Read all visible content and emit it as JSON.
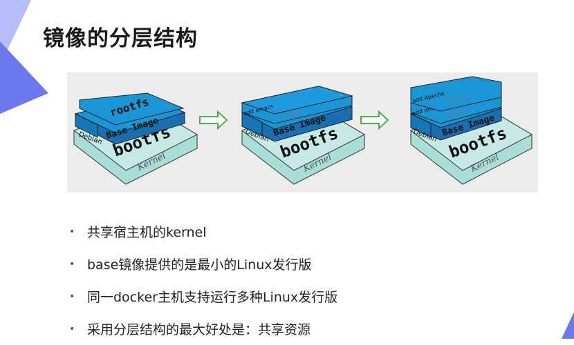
{
  "title": "镜像的分层结构",
  "diagram": {
    "stage1": {
      "rootfs": "rootfs",
      "debian": "Debian",
      "base_image": "Base Image",
      "bootfs": "bootfs",
      "kernel": "Kernel"
    },
    "stage2": {
      "emacs": "add emacs",
      "image": "Image",
      "debian": "Debian",
      "base_image": "Base Image",
      "bootfs": "bootfs",
      "kernel": "Kernel"
    },
    "stage3": {
      "apache": "add Apache",
      "image_top": "Image",
      "emacs": "add emacs",
      "image_mid": "Image",
      "debian": "Debian",
      "base_image": "Base Image",
      "bootfs": "bootfs",
      "kernel": "Kernel"
    }
  },
  "bullets": [
    "共享宿主机的kernel",
    "base镜像提供的是最小的Linux发行版",
    "同一docker主机支持运行多种Linux发行版",
    "采用分层结构的最大好处是：共享资源"
  ],
  "colors": {
    "accent": "#6d77ee",
    "layer_blue": "#1a96d6",
    "kernel_teal": "#a9ddd8",
    "arrow_green": "#4cae4c"
  }
}
